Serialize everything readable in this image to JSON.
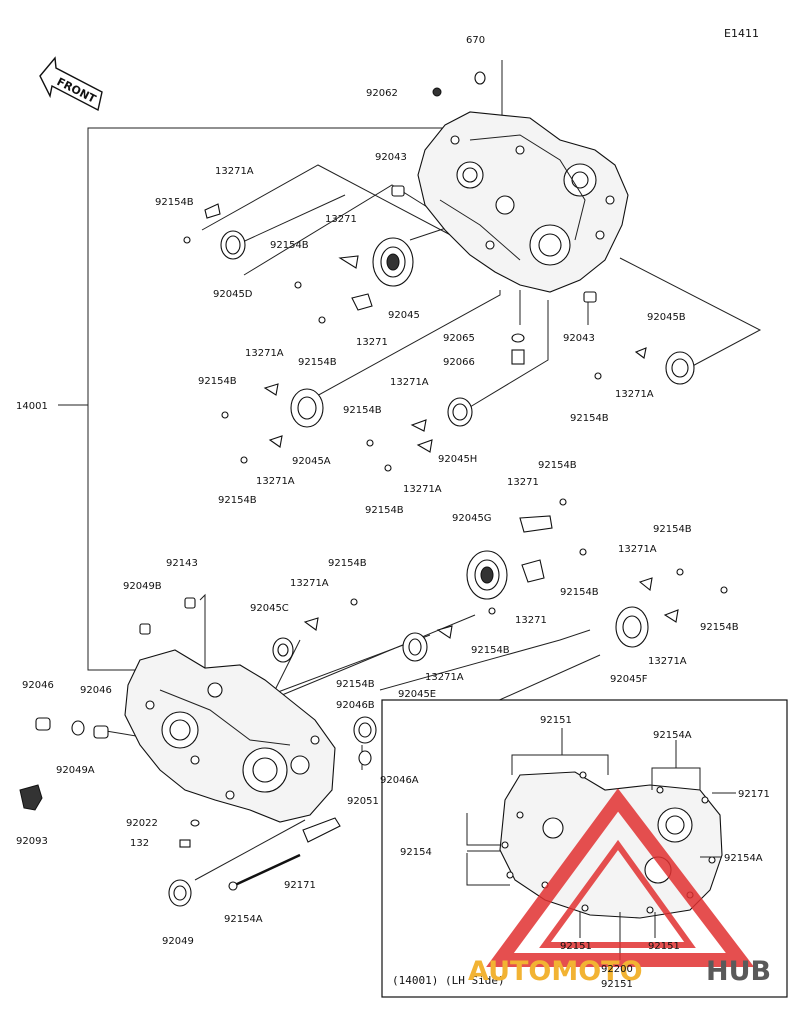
{
  "diagram": {
    "figure_code": "E1411",
    "front_label": "FRONT",
    "inset_caption": "(14001)  (LH Side)",
    "parts": {
      "p670": "670",
      "p92062": "92062",
      "p92043_top": "92043",
      "p13271A_1": "13271A",
      "p92154B_1": "92154B",
      "p92045D": "92045D",
      "p13271_1": "13271",
      "p92154B_2": "92154B",
      "p92045": "92045",
      "p13271_2": "13271",
      "p92154B_3": "92154B",
      "p92065": "92065",
      "p92043_right": "92043",
      "p92066": "92066",
      "p92045B": "92045B",
      "p13271A_r": "13271A",
      "p92154B_r": "92154B",
      "p14001": "14001",
      "p13271A_2": "13271A",
      "p92154B_4": "92154B",
      "p92045A": "92045A",
      "p13271A_3": "13271A",
      "p92154B_5": "92154B",
      "p13271A_4": "13271A",
      "p92154B_6": "92154B",
      "p92045H": "92045H",
      "p13271A_5": "13271A",
      "p92154B_7": "92154B",
      "p92154B_8": "92154B",
      "p13271_3": "13271",
      "p92045G": "92045G",
      "p92154B_9": "92154B",
      "p13271A_6": "13271A",
      "p92154B_10": "92154B",
      "p92143": "92143",
      "p13271A_7": "13271A",
      "p92154B_11": "92154B",
      "p92049B": "92049B",
      "p92045C": "92045C",
      "p92154B_12": "92154B",
      "p13271_4": "13271",
      "p92154B_13": "92154B",
      "p92154B_14": "92154B",
      "p92045E": "92045E",
      "p13271A_8": "13271A",
      "p92045F": "92045F",
      "p13271A_9": "13271A",
      "p92046_a": "92046",
      "p92046_b": "92046",
      "p92049A": "92049A",
      "p92046B": "92046B",
      "p92051": "92051",
      "p92046A": "92046A",
      "p92093": "92093",
      "p92022": "92022",
      "p132": "132",
      "p92171": "92171",
      "p92154A": "92154A",
      "p92049": "92049",
      "i92151_top": "92151",
      "i92154A_top": "92154A",
      "i92171": "92171",
      "i92154": "92154",
      "i92154A_right": "92154A",
      "i92151_bl": "92151",
      "i92151_br": "92151",
      "i92200": "92200",
      "i92151_bottom": "92151"
    }
  },
  "watermark": {
    "text_a": "AUTOMOTO",
    "text_b": "HUB",
    "color_a": "#f2b333",
    "color_b": "#5a5a5a",
    "triangle_color": "#e03030"
  }
}
